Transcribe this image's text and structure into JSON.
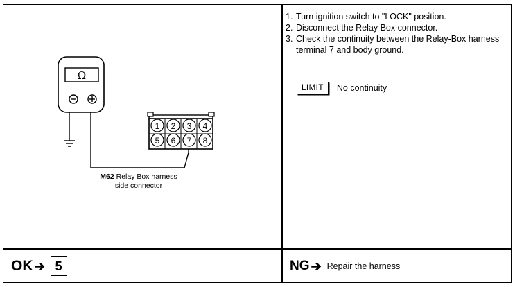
{
  "instructions": [
    {
      "num": "1.",
      "text": "Turn ignition switch to \"LOCK\" position."
    },
    {
      "num": "2.",
      "text": "Disconnect the Relay Box connector."
    },
    {
      "num": "3.",
      "text": "Check the continuity between the Relay-Box harness terminal 7 and body ground."
    }
  ],
  "limit": {
    "label": "LIMIT",
    "value": "No continuity"
  },
  "meter": {
    "symbol": "Ω",
    "minus": "⊖",
    "plus": "⊕"
  },
  "connector": {
    "pins": [
      "1",
      "2",
      "3",
      "4",
      "5",
      "6",
      "7",
      "8"
    ]
  },
  "caption": {
    "code": "M62",
    "line1": " Relay Box harness",
    "line2": "side connector"
  },
  "ok": {
    "label": "OK",
    "arrow": "➔",
    "step": "5"
  },
  "ng": {
    "label": "NG",
    "arrow": "➔",
    "text": "Repair the harness"
  }
}
